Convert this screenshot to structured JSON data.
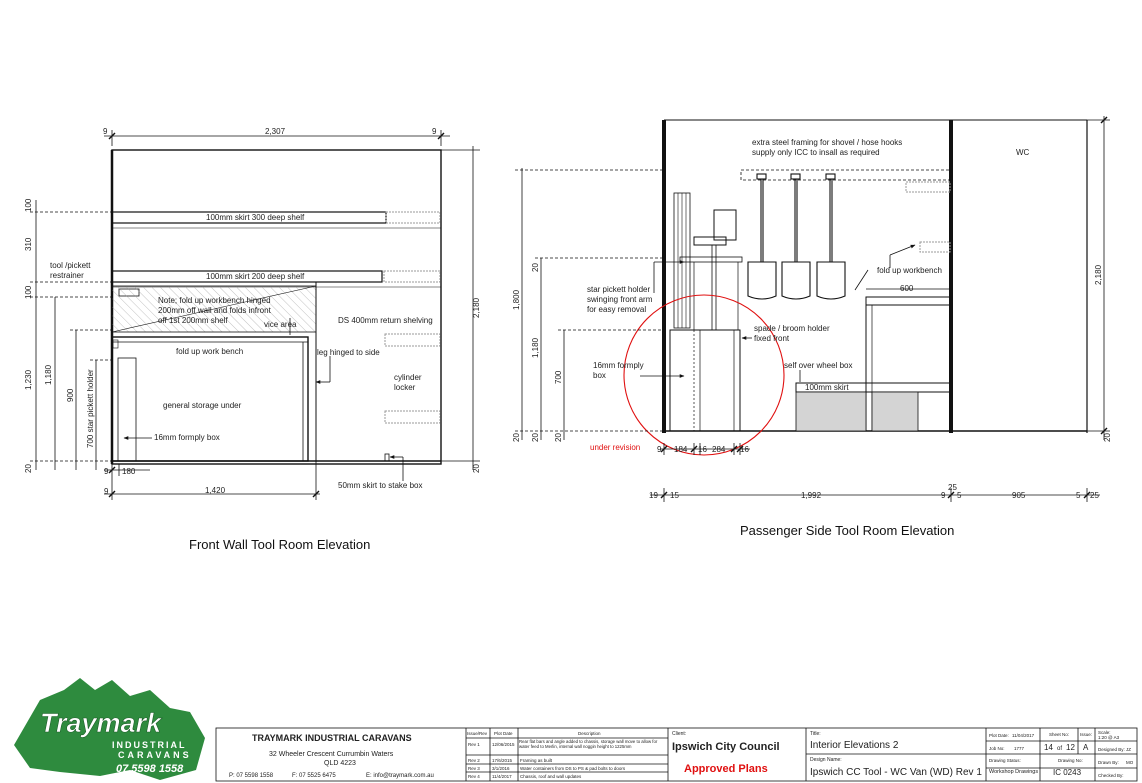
{
  "front": {
    "title": "Front Wall Tool Room Elevation",
    "dims": {
      "top_left": "9",
      "top_width": "2,307",
      "top_right": "9",
      "left_100": "100",
      "left_310": "310",
      "left_100b": "100",
      "left_1230": "1,230",
      "left_1180": "1,180",
      "left_900": "900",
      "left_20": "20",
      "right_2180": "2,180",
      "right_20": "20",
      "bot_9": "9",
      "bot_180": "180",
      "bot_9b": "9",
      "bot_1420": "1,420"
    },
    "labels": {
      "shelf_300": "100mm skirt 300 deep shelf",
      "shelf_200": "100mm skirt 200 deep shelf",
      "tool_restrainer_1": "tool /pickett",
      "tool_restrainer_2": "restrainer",
      "note_1": "Note; fold up workbench hinged",
      "note_2": "200mm off wall and folds infront",
      "note_3": "off 1st 200mm shelf",
      "vice": "vice area",
      "return_shelving": "DS 400mm return shelving",
      "workbench": "fold up work bench",
      "leg": "leg hinged to side",
      "cylinder_1": "cylinder",
      "cylinder_2": "locker",
      "storage": "general storage under",
      "formply": "16mm formply box",
      "star_picket": "700 star pickett holder",
      "skirt_stake": "50mm skirt to stake box"
    }
  },
  "passenger": {
    "title": "Passenger Side Tool Room Elevation",
    "dims": {
      "left_20": "20",
      "left_1800": "1,800",
      "left_1180": "1,180",
      "left_700": "700",
      "left_20b": "20",
      "left_20c": "20",
      "left_20d": "20",
      "right_2180": "2,180",
      "right_20": "20",
      "b_9": "9",
      "b_184": "184",
      "b_16": "16",
      "b_284": "284",
      "b_16b": "16",
      "bb_19": "19",
      "bb_15": "15",
      "bb_1992": "1,992",
      "bb_9": "9",
      "bb_25": "25",
      "bb_5": "5",
      "bb_905": "905",
      "bb_5b": "5",
      "bb_25b": "25",
      "dim_600": "600"
    },
    "labels": {
      "framing_1": "extra steel framing for shovel / hose hooks",
      "framing_2": "supply only ICC to insall as required",
      "wc": "WC",
      "fold_bench": "fold up workbench",
      "star_holder_1": "star pickett holder",
      "star_holder_2": "swinging front arm",
      "star_holder_3": "for easy removal",
      "spade_1": "spade / broom holder",
      "spade_2": "fixed front",
      "formply_1": "16mm formply",
      "formply_2": "box",
      "wheel_box": "self over wheel box",
      "skirt": "100mm skirt",
      "revision": "under revision"
    }
  },
  "titleblock": {
    "logo_text": "Traymark",
    "logo_sub_1": "INDUSTRIAL",
    "logo_sub_2": "CARAVANS",
    "logo_phone": "07 5598 1558",
    "company": "TRAYMARK INDUSTRIAL CARAVANS",
    "address_1": "32 Wheeler Crescent Currumbin Waters",
    "address_2": "QLD 4223",
    "phone": "P: 07 5598 1558",
    "fax": "F: 07 5525 6475",
    "email": "E: info@traymark.com.au",
    "rev_headers": [
      "Issue/Rev",
      "Plot Date",
      "Description"
    ],
    "revisions": [
      {
        "rev": "Rev 1",
        "date": "12/06/2015",
        "desc": "Rear flat bars and angle added to chassis, storage wall move to allow for water feed to Merlin, internal wall noggin height to 1225mm"
      },
      {
        "rev": "Rev 2",
        "date": "17/6/2015",
        "desc": "Framing as built"
      },
      {
        "rev": "Rev 3",
        "date": "3/1/2016",
        "desc": "Water containers from DS to PS & pad bolts to doors"
      },
      {
        "rev": "Rev 4",
        "date": "11/4/2017",
        "desc": "Chassis, roof and wall updates"
      }
    ],
    "client_label": "Client:",
    "client": "Ipswich City Council",
    "approved": "Approved Plans",
    "title_label": "Title:",
    "title": "Interior Elevations 2",
    "design_label": "Design Name:",
    "design": "Ipswich CC Tool - WC Van (WD) Rev 1",
    "plot_label": "Plot Date:",
    "plot_date": "11/04/2017",
    "job_label": "Job No:",
    "job": "1777",
    "sheet_label": "Sheet No:",
    "sheet_num": "14",
    "sheet_of": "of",
    "sheet_total": "12",
    "issue_label": "Issue:",
    "issue": "A",
    "scale_label": "Scale:",
    "scale": "1:20 @ A3",
    "status_label": "Drawing Status:",
    "status": "Workshop Drawings",
    "drawing_label": "Drawing No:",
    "drawing_no": "IC 0243",
    "designed_label": "Designed By:",
    "designed": "JZ",
    "drawn_label": "Drawn By:",
    "drawn": "MO",
    "checked_label": "Checked By:"
  },
  "colors": {
    "line": "#111111",
    "revision_red": "#e01010",
    "logo_green": "#2e8b3e",
    "hatch_grey": "#d4d4d4"
  }
}
